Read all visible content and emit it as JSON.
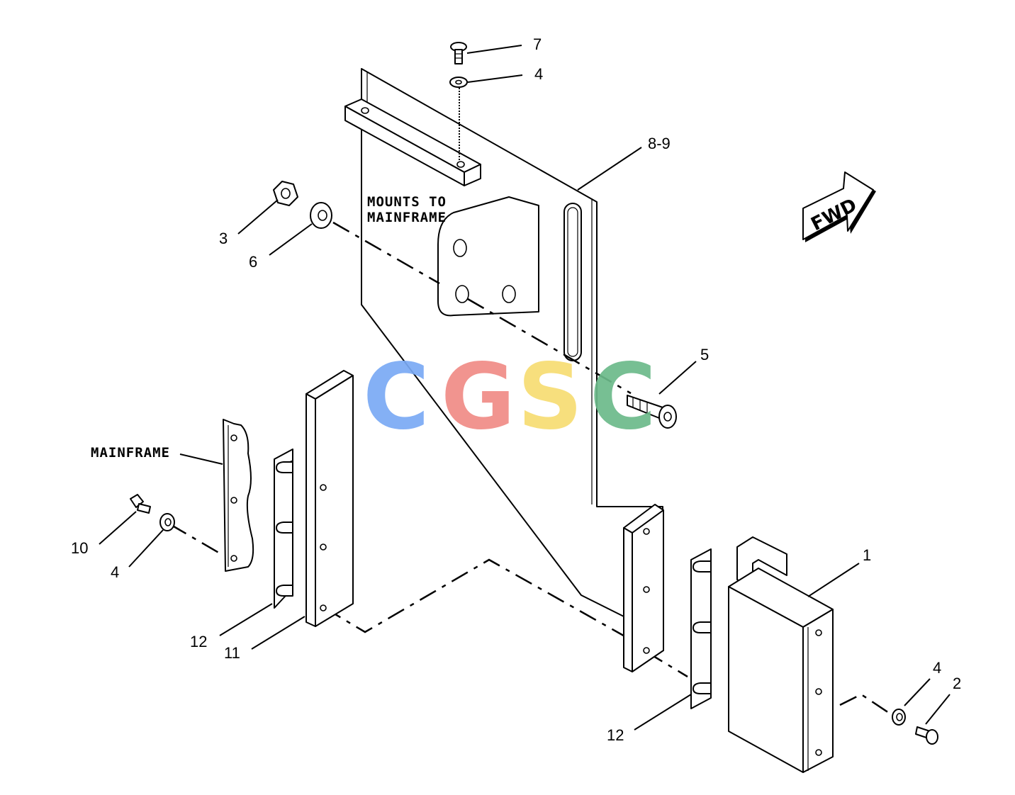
{
  "callouts": {
    "c7": "7",
    "c4_top": "4",
    "c8_9": "8-9",
    "c3": "3",
    "c6": "6",
    "c5": "5",
    "c10": "10",
    "c4_left": "4",
    "c12_left": "12",
    "c11": "11",
    "c1": "1",
    "c4_right": "4",
    "c2": "2",
    "c12_right": "12"
  },
  "notes": {
    "mounts_line1": "MOUNTS TO",
    "mounts_line2": "MAINFRAME",
    "mainframe": "MAINFRAME"
  },
  "direction_arrow": {
    "label": "FWD"
  },
  "watermark": {
    "letters": [
      "C",
      "G",
      "S",
      "C"
    ],
    "colors": [
      "#7aaaf5",
      "#f08c86",
      "#f7dd72",
      "#6cba8a"
    ]
  }
}
